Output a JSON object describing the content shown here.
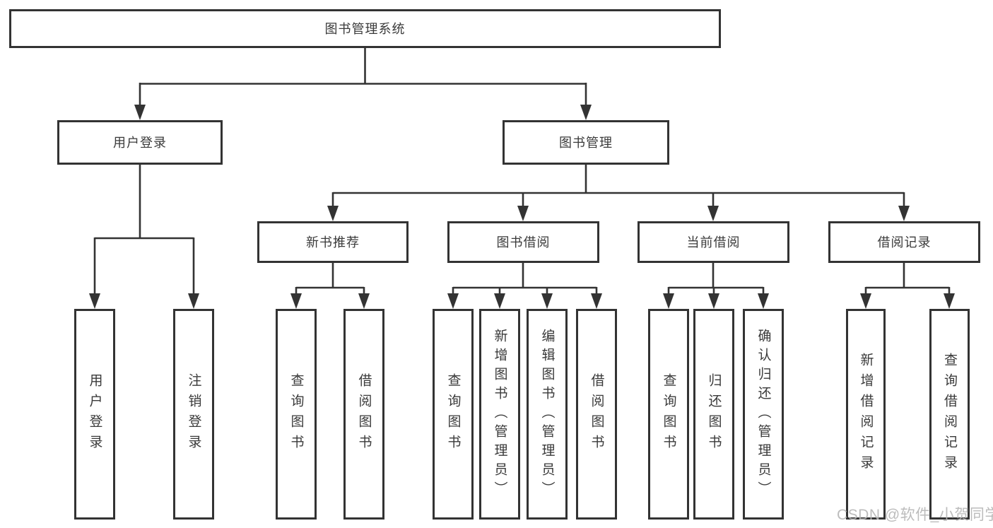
{
  "diagram": {
    "root": {
      "label": "图书管理系统"
    },
    "branches": [
      {
        "label": "用户登录",
        "children": [
          {
            "label": "用户登录"
          },
          {
            "label": "注销登录"
          }
        ]
      },
      {
        "label": "图书管理",
        "children": [
          {
            "label": "新书推荐",
            "children": [
              {
                "label": "查询图书"
              },
              {
                "label": "借阅图书"
              }
            ]
          },
          {
            "label": "图书借阅",
            "children": [
              {
                "label": "查询图书"
              },
              {
                "label": "新增图书（管理员）"
              },
              {
                "label": "编辑图书（管理员）"
              },
              {
                "label": "借阅图书"
              }
            ]
          },
          {
            "label": "当前借阅",
            "children": [
              {
                "label": "查询图书"
              },
              {
                "label": "归还图书"
              },
              {
                "label": "确认归还（管理员）"
              }
            ]
          },
          {
            "label": "借阅记录",
            "children": [
              {
                "label": "新增借阅记录"
              },
              {
                "label": "查询借阅记录"
              }
            ]
          }
        ]
      }
    ],
    "watermark": "CSDN @软件_小贺同学",
    "colors": {
      "line": "#333333",
      "text": "#3a3a3a",
      "background": "#ffffff",
      "watermark": "#b5b5b5"
    }
  }
}
